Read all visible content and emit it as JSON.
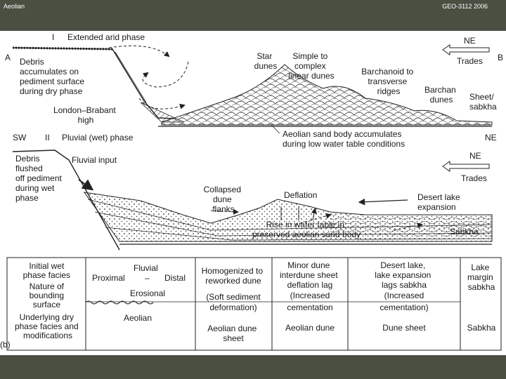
{
  "header": {
    "left_title": "Aeolian",
    "right_title": "GEO-3112 2006"
  },
  "panel1": {
    "phase_num": "I",
    "phase_title": "Extended arid phase",
    "corner_A": "A",
    "corner_B": "B",
    "ne": "NE",
    "trades": "Trades",
    "debris": [
      "Debris",
      "accumulates on",
      "pediment surface",
      "during dry phase"
    ],
    "high": [
      "London–Brabant",
      "high"
    ],
    "star": [
      "Star",
      "dunes"
    ],
    "linear": [
      "Simple to",
      "complex",
      "linear dunes"
    ],
    "barchanoid": [
      "Barchanoid to",
      "transverse",
      "ridges"
    ],
    "barchan": [
      "Barchan",
      "dunes"
    ],
    "sheet": [
      "Sheet/",
      "sabkha"
    ],
    "sandbody": [
      "Aeolian sand body accumulates",
      "during low water table conditions"
    ]
  },
  "panel2": {
    "sw": "SW",
    "phase_num": "II",
    "phase_title": "Pluvial (wet) phase",
    "ne_right": "NE",
    "ne_arrow": "NE",
    "trades": "Trades",
    "debris": [
      "Debris",
      "flushed",
      "off pediment",
      "during wet",
      "phase"
    ],
    "fluvial": "Fluvial input",
    "collapsed": [
      "Collapsed",
      "dune",
      "flanks"
    ],
    "deflation": "Deflation",
    "lake": [
      "Desert lake",
      "expansion"
    ],
    "rise": [
      "Rise in water table in",
      "preserved aeolian sand body"
    ],
    "sabkha": "Sabkha"
  },
  "table": {
    "panel_label": "(b)",
    "row_labels": [
      "Initial wet",
      "phase facies",
      "Nature of",
      "bounding",
      "surface",
      "Underlying dry",
      "phase facies and",
      "modifications"
    ],
    "col1": {
      "fluvial": "Fluvial",
      "proximal": "Proximal",
      "dash": "–",
      "distal": "Distal",
      "erosional": "Erosional",
      "aeolian": "Aeolian"
    },
    "col2": {
      "top": [
        "Homogenized to",
        "reworked dune"
      ],
      "mid": "(Soft sediment",
      "mid2": "deformation)",
      "bot": [
        "Aeolian dune",
        "sheet"
      ]
    },
    "col3": {
      "top": [
        "Minor dune",
        "interdune sheet",
        "deflation lag"
      ],
      "mid": "(Increased",
      "mid2": "cementation",
      "bot": "Aeolian dune"
    },
    "col4": {
      "top": [
        "Desert lake,",
        "lake expansion",
        "lags sabkha"
      ],
      "mid": "(Increased",
      "mid2": "cementation)",
      "bot": "Dune sheet"
    },
    "col5": {
      "top": [
        "Lake",
        "margin",
        "sabkha"
      ],
      "bot": "Sabkha"
    }
  }
}
